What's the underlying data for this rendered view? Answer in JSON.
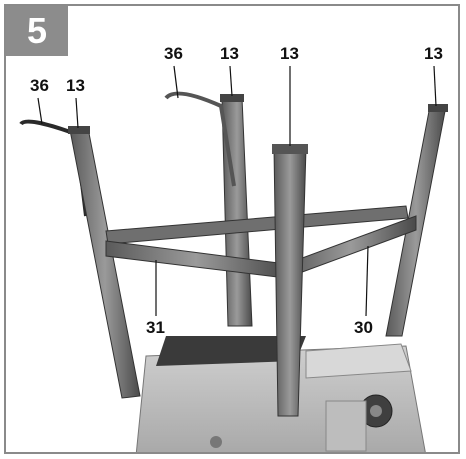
{
  "figure": {
    "step_number": "5",
    "callouts": {
      "c1": "36",
      "c2": "13",
      "c3": "36",
      "c4": "13",
      "c5": "13",
      "c6": "13",
      "c7": "31",
      "c8": "30"
    }
  }
}
